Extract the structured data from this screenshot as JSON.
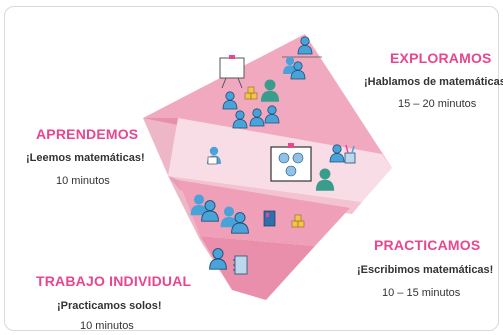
{
  "colors": {
    "accent": "#e8468e",
    "band_top": "#f1a9bf",
    "band_mid": "#f9dde6",
    "band_low": "#ef9fb8",
    "band_bottom": "#e98fab",
    "person": "#4aa3d8",
    "person_alt": "#3a9c8c"
  },
  "stages": {
    "explore": {
      "title": "EXPLORAMOS",
      "subtitle": "¡Hablamos de matemáticas!",
      "time": "15 – 20 minutos"
    },
    "learn": {
      "title": "APRENDEMOS",
      "subtitle": "¡Leemos matemáticas!",
      "time": "10 minutos"
    },
    "practice": {
      "title": "PRACTICAMOS",
      "subtitle": "¡Escribimos matemáticas!",
      "time": "10 – 15 minutos"
    },
    "individual": {
      "title": "TRABAJO INDIVIDUAL",
      "subtitle": "¡Practicamos solos!",
      "time": "10 minutos"
    }
  },
  "icons": {
    "explore_band": [
      "teacher-icon",
      "student-pair-icon",
      "easel-icon",
      "student-group-icon",
      "blocks-icon",
      "pencil-cup-icon"
    ],
    "learn_band": [
      "reading-student-icon",
      "whiteboard-icon",
      "teacher-icon"
    ],
    "practice_band": [
      "student-pair-icon",
      "student-pair-icon",
      "book-icon",
      "blocks-icon"
    ],
    "individual_band": [
      "student-icon",
      "notebook-icon"
    ]
  }
}
